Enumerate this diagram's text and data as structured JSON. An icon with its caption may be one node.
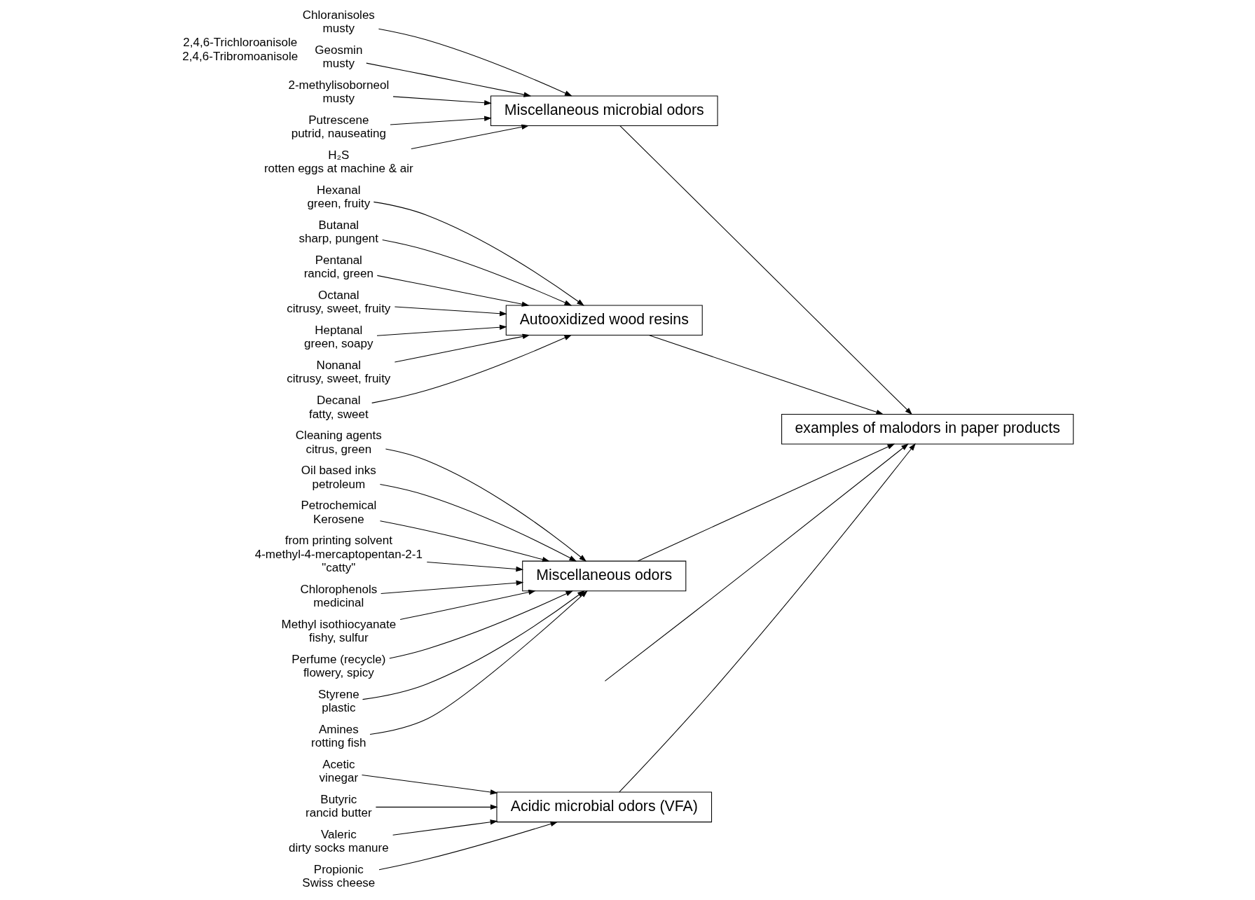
{
  "diagram": {
    "nodes": [
      {
        "text": [
          "Acidic microbial odors (VFA)"
        ]
      },
      {
        "text": [
          "Acetic",
          "vinegar"
        ]
      },
      {
        "text": [
          "Butyric",
          "rancid butter"
        ]
      },
      {
        "text": [
          "Valeric",
          "dirty socks manure"
        ]
      },
      {
        "text": [
          "Propionic",
          "Swiss cheese"
        ]
      },
      {
        "text": [
          "Miscellaneous microbial odors"
        ]
      },
      {
        "text": [
          "Chloranisoles",
          "musty"
        ],
        "beside": [
          "2,4,6-Trichloroanisole",
          "2,4,6-Tribromoanisole"
        ]
      },
      {
        "text": [
          "Geosmin",
          "musty"
        ]
      },
      {
        "text": [
          "2-methylisoborneol",
          "musty"
        ]
      },
      {
        "text": [
          "Putrescene",
          "putrid, nauseating"
        ]
      },
      {
        "text": [
          "H₂S",
          "rotten eggs at machine & air"
        ]
      },
      {
        "text": [
          "examples of malodors in paper products"
        ]
      },
      {
        "text": [
          "Autooxidized wood resins"
        ]
      },
      {
        "text": [
          "Hexanal",
          "green, fruity"
        ]
      },
      {
        "text": [
          "Butanal",
          "sharp, pungent"
        ]
      },
      {
        "text": [
          "Pentanal",
          "rancid, green"
        ]
      },
      {
        "text": [
          "Octanal",
          "citrusy, sweet, fruity"
        ]
      },
      {
        "text": [
          "Heptanal",
          "green, soapy"
        ]
      },
      {
        "text": [
          "Nonanal",
          "citrusy, sweet, fruity"
        ]
      },
      {
        "text": [
          "Decanal",
          "fatty, sweet"
        ]
      },
      {
        "text": [
          "Miscellaneous odors"
        ]
      },
      {
        "text": [
          "Cleaning agents",
          "citrus, green"
        ]
      },
      {
        "text": [
          "Oil based inks",
          "petroleum"
        ]
      },
      {
        "text": [
          "Petrochemical",
          "Kerosene"
        ]
      },
      {
        "text": [
          "from printing solvent",
          "4-methyl-4-mercaptopentan-2-1",
          "\"catty\""
        ]
      },
      {
        "text": [
          "Chlorophenols",
          "medicinal"
        ]
      },
      {
        "text": [
          "Methyl isothiocyanate",
          "fishy, sulfur"
        ]
      },
      {
        "text": [
          "Perfume (recycle)",
          "flowery, spicy"
        ]
      },
      {
        "text": [
          "Styrene",
          "plastic"
        ]
      },
      {
        "text": [
          "Amines",
          "rotting fish"
        ]
      }
    ],
    "edges": [
      {
        "from": null,
        "to": 11,
        "arrow": "to"
      },
      {
        "from": 0,
        "to": 11,
        "arrow": "to"
      },
      {
        "from": 5,
        "to": 11,
        "arrow": "to"
      },
      {
        "from": 12,
        "to": 11,
        "arrow": "to"
      },
      {
        "from": 20,
        "to": 11,
        "arrow": "to"
      },
      {
        "from": 1,
        "to": 0,
        "arrow": "to"
      },
      {
        "from": 2,
        "to": 0,
        "arrow": "to"
      },
      {
        "from": 3,
        "to": 0,
        "arrow": "to"
      },
      {
        "from": 4,
        "to": 0,
        "arrow": "to"
      },
      {
        "from": 6,
        "to": 5,
        "arrow": "to"
      },
      {
        "from": 7,
        "to": 5,
        "arrow": "to"
      },
      {
        "from": 8,
        "to": 5,
        "arrow": "to"
      },
      {
        "from": 9,
        "to": 5,
        "arrow": "to"
      },
      {
        "from": 10,
        "to": 5,
        "arrow": "to"
      },
      {
        "from": 13,
        "to": 12,
        "arrow": "to"
      },
      {
        "from": 14,
        "to": 12,
        "arrow": "to"
      },
      {
        "from": 15,
        "to": 12,
        "arrow": "to"
      },
      {
        "from": 16,
        "to": 12,
        "arrow": "to"
      },
      {
        "from": 17,
        "to": 12,
        "arrow": "to"
      },
      {
        "from": 18,
        "to": 12,
        "arrow": "to"
      },
      {
        "from": 19,
        "to": 12,
        "arrow": "to"
      },
      {
        "from": 21,
        "to": 20,
        "arrow": "to"
      },
      {
        "from": 22,
        "to": 20,
        "arrow": "to"
      },
      {
        "from": 23,
        "to": 20,
        "arrow": "to"
      },
      {
        "from": 24,
        "to": 20,
        "arrow": "to"
      },
      {
        "from": 25,
        "to": 20,
        "arrow": "to"
      },
      {
        "from": 26,
        "to": 20,
        "arrow": "to"
      },
      {
        "from": 27,
        "to": 20,
        "arrow": "to"
      },
      {
        "from": 28,
        "to": 20,
        "arrow": "to"
      },
      {
        "from": 29,
        "to": 20,
        "arrow": "to"
      }
    ]
  }
}
